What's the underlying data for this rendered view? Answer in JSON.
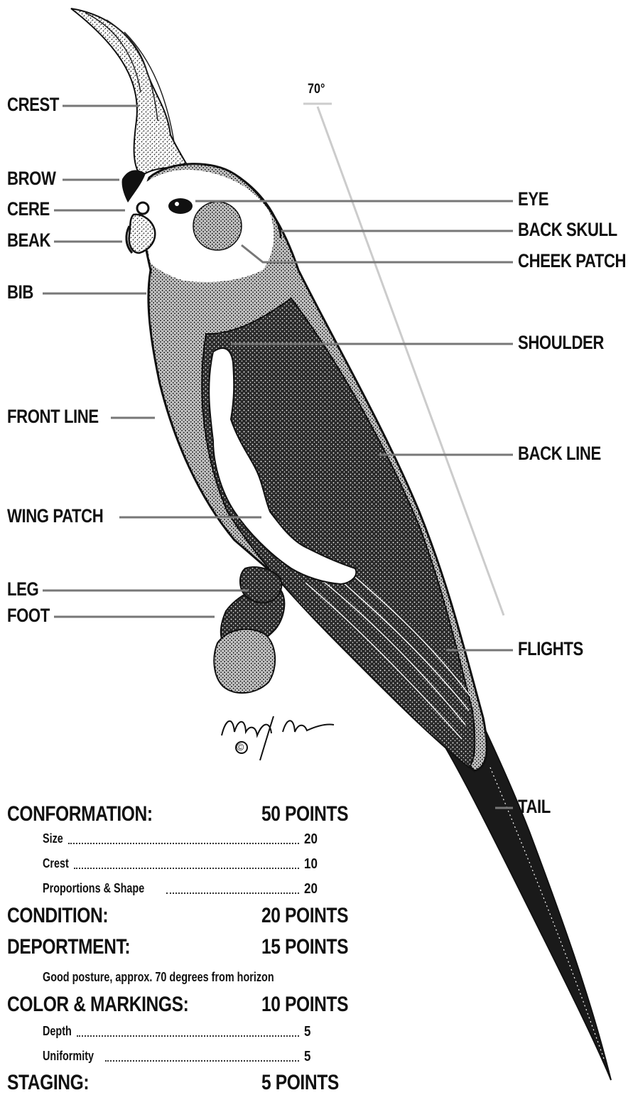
{
  "labels_left": {
    "crest": "CREST",
    "brow": "BROW",
    "cere": "CERE",
    "beak": "BEAK",
    "bib": "BIB",
    "front_line": "FRONT LINE",
    "wing_patch": "WING PATCH",
    "leg": "LEG",
    "foot": "FOOT"
  },
  "labels_right": {
    "eye": "EYE",
    "back_skull": "BACK SKULL",
    "cheek_patch": "CHEEK PATCH",
    "shoulder": "SHOULDER",
    "back_line": "BACK LINE",
    "flights": "FLIGHTS",
    "tail": "TAIL"
  },
  "posture_angle": "70°",
  "scoring": {
    "conformation": {
      "heading": "CONFORMATION:",
      "points": "50 POINTS",
      "items": [
        {
          "label": "Size",
          "value": "20"
        },
        {
          "label": "Crest",
          "value": "10"
        },
        {
          "label": "Proportions & Shape",
          "value": "20"
        }
      ]
    },
    "condition": {
      "heading": "CONDITION:",
      "points": "20 POINTS"
    },
    "deportment": {
      "heading": "DEPORTMENT:",
      "points": "15 POINTS",
      "note": "Good posture, approx. 70 degrees from horizon"
    },
    "color_markings": {
      "heading": "COLOR & MARKINGS:",
      "points": "10 POINTS",
      "items": [
        {
          "label": "Depth",
          "value": "5"
        },
        {
          "label": "Uniformity",
          "value": "5"
        }
      ]
    },
    "staging": {
      "heading": "STAGING:",
      "points": "5 POINTS"
    }
  },
  "signature": {
    "text": "Marlin J. Allen",
    "copyright_symbol": "©"
  },
  "colors": {
    "ink": "#111111",
    "leader_line": "#777777",
    "angle_guide": "#cccccc"
  }
}
